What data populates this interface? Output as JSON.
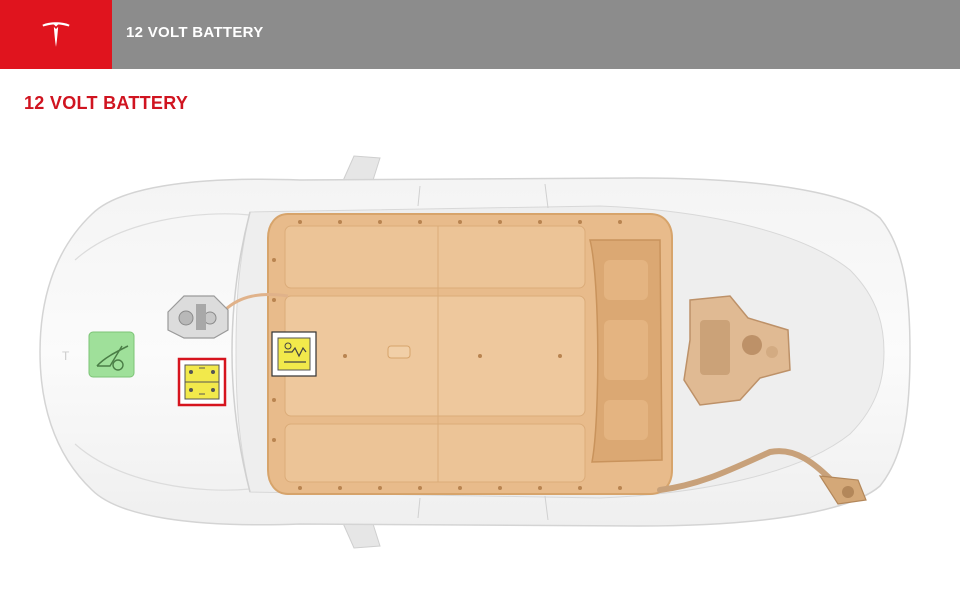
{
  "header": {
    "brand": "Tesla",
    "title": "12 VOLT BATTERY"
  },
  "page": {
    "title": "12 VOLT BATTERY"
  },
  "icons": {
    "logo": "tesla-t-logo-icon",
    "frunk": "frunk-hood-icon",
    "battery": "12v-battery-icon",
    "pyro_fuse": "pyro-fuse-icon"
  },
  "colors": {
    "brand_red": "#e0141e",
    "header_gray": "#8c8c8c",
    "title_red": "#d01420",
    "pack_orange": "#e8b57e",
    "frunk_green": "#9fe09a",
    "highlight_red": "#d6141e"
  }
}
